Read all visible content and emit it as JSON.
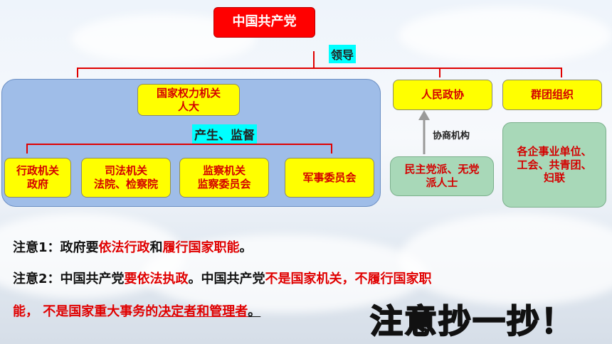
{
  "party_box": "中国共产党",
  "lead_label": "领导",
  "state_power": {
    "line1": "国家权力机关",
    "line2": "人大"
  },
  "produce_supervise_label": "产生、监督",
  "organs": [
    {
      "line1": "行政机关",
      "line2": "政府"
    },
    {
      "line1": "司法机关",
      "line2": "法院、检察院"
    },
    {
      "line1": "监察机关",
      "line2": "监察委员会"
    },
    {
      "line1": "军事委员会",
      "line2": ""
    }
  ],
  "cppcc": "人民政协",
  "mass_orgs": "群团组织",
  "consult_label": "协商机构",
  "democratic_parties": {
    "line1": "民主党派、无党",
    "line2": "派人士"
  },
  "enterprises": {
    "line1": "各企事业单位、",
    "line2": "工会、共青团、",
    "line3": "妇联"
  },
  "note1": {
    "prefix": "注意1：政府要",
    "red1": "依法行政",
    "mid": "和",
    "red2": "履行国家职能",
    "end": "。"
  },
  "note2": {
    "prefix": "注意2：中国共产党",
    "red1": "要依法执政",
    "mid": "。中国共产党",
    "red2": "不是国家机关，不履行国家职",
    "line2_red": "能，  不是国家重大事务的",
    "line2_under": "决定者和管理者",
    "line2_end": "。"
  },
  "copy_note": "注意抄一抄！",
  "colors": {
    "red": "#e00000",
    "yellow": "#ffff00",
    "cyan": "#00ffff",
    "blue_panel": "#9fbde8",
    "green": "#a8d8b8"
  }
}
